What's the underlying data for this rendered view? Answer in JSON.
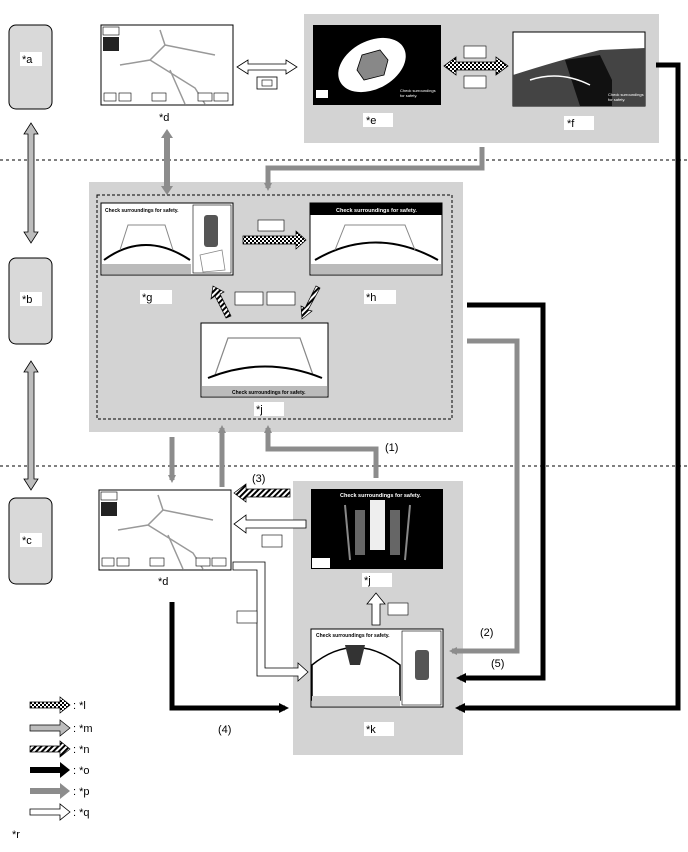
{
  "modes": {
    "a": "*a",
    "b": "*b",
    "c": "*c"
  },
  "screens": {
    "d_top": "*d",
    "d_bottom": "*d",
    "e": "*e",
    "f": "*f",
    "g": "*g",
    "h": "*h",
    "j_mid": "*j",
    "j_low": "*j",
    "k": "*k"
  },
  "screen_text": {
    "safety_msg": "Check surroundings for safety.",
    "safety_small": "Check surroundings",
    "safety_small2": "for safety."
  },
  "paths": {
    "p1": "(1)",
    "p2": "(2)",
    "p3": "(3)",
    "p4": "(4)",
    "p5": "(5)"
  },
  "legend": [
    {
      "style": "checker",
      "label": ": *l"
    },
    {
      "style": "gray-outline",
      "label": ": *m"
    },
    {
      "style": "hatched",
      "label": ": *n"
    },
    {
      "style": "black",
      "label": ": *o"
    },
    {
      "style": "gray",
      "label": ": *p"
    },
    {
      "style": "white",
      "label": ": *q"
    }
  ],
  "footnote": "*r",
  "colors": {
    "panel": "#d3d3d3",
    "mode_box": "#d9d9d9",
    "arrow_gray": "#8c8c8c",
    "arrow_black": "#000000",
    "screen_dark": "#000000"
  }
}
